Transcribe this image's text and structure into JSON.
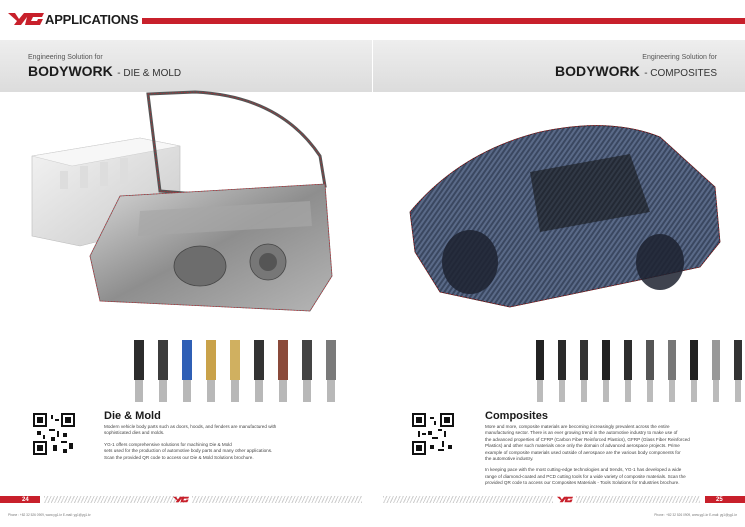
{
  "header": {
    "section_title": "APPLICATIONS",
    "accent_color": "#c8202b"
  },
  "left_page": {
    "pretitle": "Engineering Solution for",
    "title_main": "BODYWORK",
    "title_sub": "- DIE & MOLD",
    "heading": "Die & Mold",
    "paragraphs": [
      "Modern vehicle body parts such as doors, hoods, and fenders are manufactured with",
      "sophisticated dies and molds.",
      "",
      "YG-1 offers comprehensive solutions for machining Die & Mold",
      "sets used for the production of automotive body parts and many other applications.",
      "Scan the provided QR code to access our Die & Mold Solutions brochure."
    ],
    "page_number": "24",
    "footer_text": "Phone : +82 32 526 0909, www.yg1.kr  E-mail: yg1@yg1.kr"
  },
  "right_page": {
    "pretitle": "Engineering Solution for",
    "title_main": "BODYWORK",
    "title_sub": "- COMPOSITES",
    "heading": "Composites",
    "paragraphs": [
      "More and more, composite materials are becoming increasingly prevalent across the entire",
      "manufacturing sector. There is an ever growing trend in the automotive industry to make use of",
      "the advanced properties of CFRP (Carbon Fiber Reinforced Plastics), GFRP (Glass Fiber Reinforced",
      "Plastics) and other such materials once only the domain of advanced aerospace projects. Prime",
      "example of composite materials used outside of aerospace are the various body components for",
      "the automotive industry.",
      "",
      "In keeping pace with the most cutting-edge technologies and trends, YG-1 has developed a wide",
      "range of diamond-coated and PCD cutting tools for a wide variety of composite materials. Scan the",
      "provided QR code to access our Composites Materials - Tools Solutions for Industries brochure."
    ],
    "page_number": "25",
    "footer_text": "Phone : +82 32 526 0909, www.yg1.kr  E-mail: yg1@yg1.kr"
  },
  "icons": {
    "brand": "yg-logo-icon",
    "qr": "qr-code-icon"
  }
}
